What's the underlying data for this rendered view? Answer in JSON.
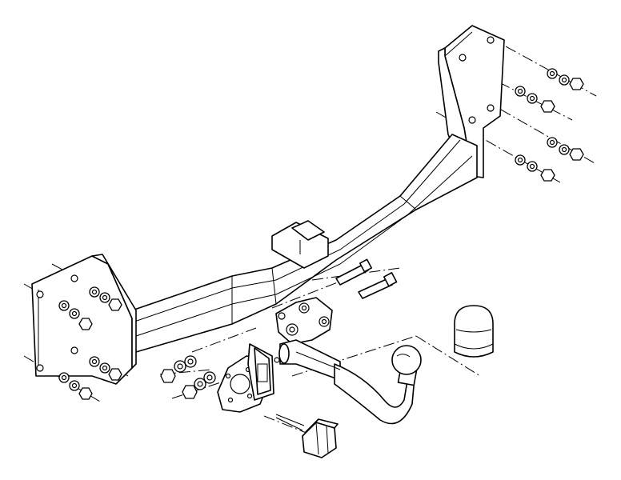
{
  "diagram": {
    "type": "exploded-assembly-line-drawing",
    "parts": [
      "tow-bar-crossbeam",
      "left-mounting-plate",
      "right-mounting-plate",
      "tow-ball-neck",
      "electrical-socket",
      "socket-mounting-plate",
      "wiring-connector",
      "ball-cover-cap",
      "bolts",
      "washers",
      "nuts"
    ],
    "stroke_color": "#000000",
    "background_color": "#ffffff"
  }
}
